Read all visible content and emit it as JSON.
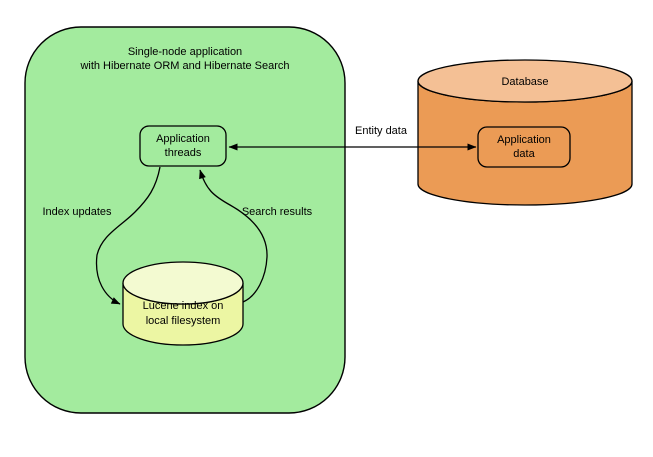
{
  "colors": {
    "container_green": "#a3eb9e",
    "lucene_body": "#ecf6a3",
    "lucene_top": "#f3fad1",
    "db_body": "#eb9b55",
    "db_top": "#f4c095",
    "stroke": "#000000",
    "background": "#ffffff"
  },
  "app_container": {
    "title_line1": "Single-node application",
    "title_line2": "with Hibernate ORM and Hibernate Search"
  },
  "nodes": {
    "application_threads": {
      "label": "Application threads"
    },
    "lucene_index": {
      "label": "Lucene index on local filesystem"
    },
    "database": {
      "label": "Database"
    },
    "application_data": {
      "label": "Application data"
    }
  },
  "edges": {
    "entity_data": {
      "label": "Entity data"
    },
    "index_updates": {
      "label": "Index updates"
    },
    "search_results": {
      "label": "Search results"
    }
  }
}
